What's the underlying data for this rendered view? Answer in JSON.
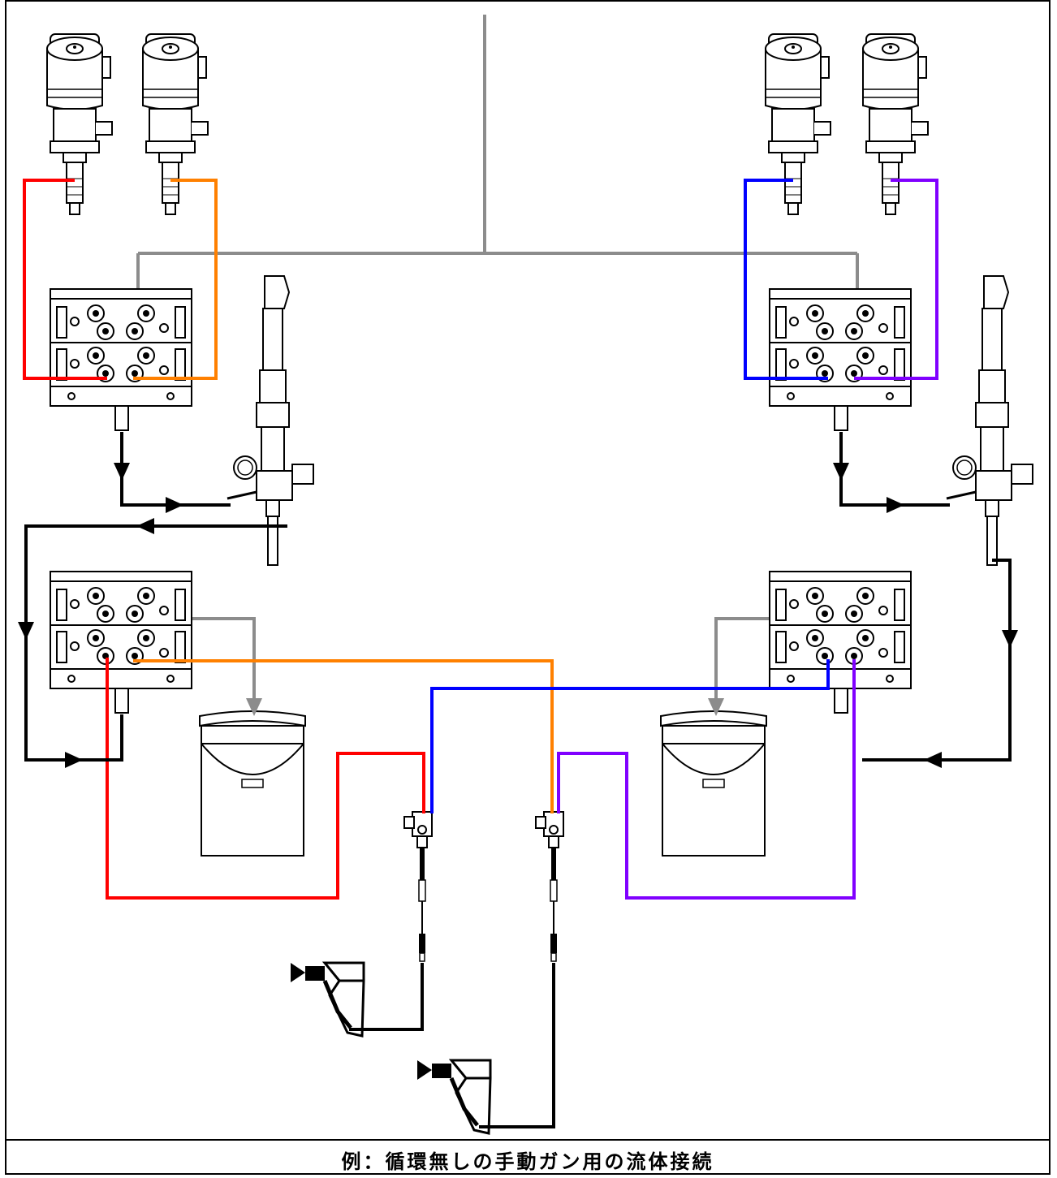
{
  "caption": "例：循環無しの手動ガン用の流体接続",
  "colors": {
    "red": "#ff0000",
    "orange": "#ff8000",
    "blue": "#0000ff",
    "purple": "#8000ff",
    "gray": "#8c8c8c",
    "black": "#000000"
  },
  "components": {
    "pumps": 4,
    "color_change_valves": 4,
    "regulators": 2,
    "buckets": 2,
    "gun_manifolds": 2,
    "spray_guns": 2
  }
}
